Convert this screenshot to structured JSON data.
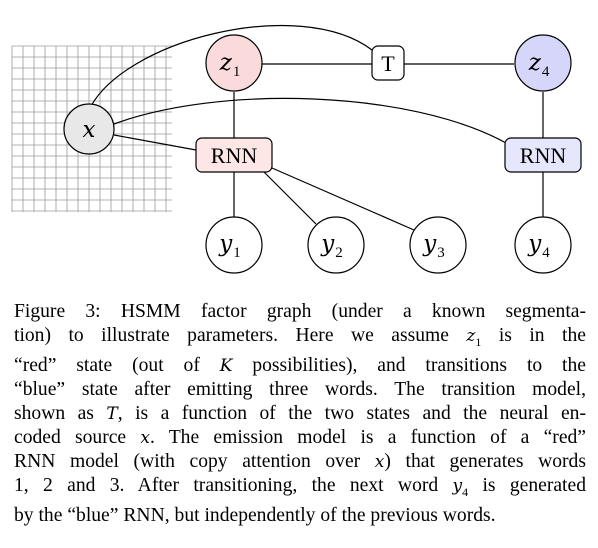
{
  "figure": {
    "source_node": "x",
    "state_nodes": [
      {
        "label": "z",
        "sub": "1",
        "state": "red"
      },
      {
        "label": "z",
        "sub": "4",
        "state": "blue"
      }
    ],
    "transition_node": "T",
    "rnn_nodes": [
      "RNN",
      "RNN"
    ],
    "output_nodes": [
      {
        "label": "y",
        "sub": "1"
      },
      {
        "label": "y",
        "sub": "2"
      },
      {
        "label": "y",
        "sub": "3"
      },
      {
        "label": "y",
        "sub": "4"
      }
    ],
    "colors": {
      "red_state_fill": "#fadada",
      "blue_state_fill": "#d6d6fb",
      "red_rnn_fill": "#fde6e6",
      "blue_rnn_fill": "#e6e6fd",
      "source_fill": "#e8e8e8",
      "grid": "#9a9a9a"
    }
  },
  "caption": {
    "l1_a": "Figure 3:",
    "l1_b": " HSMM factor graph (under a known segmenta-",
    "l2_a": "tion) to illustrate parameters.  Here we assume ",
    "l2_m": "z",
    "l2_sub": "1",
    "l2_b": " is in the",
    "l3_a": "“red” state (out of ",
    "l3_m": "K",
    "l3_b": " possibilities), and transitions to the",
    "l4": "“blue” state after emitting three words. The transition model,",
    "l5_a": "shown as ",
    "l5_m": "T",
    "l5_b": ", is a function of the two states and the neural en-",
    "l6_a": "coded source ",
    "l6_m": "x",
    "l6_b": ". The emission model is a function of a “red”",
    "l7_a": "RNN model (with copy attention over ",
    "l7_m": "x",
    "l7_b": ") that generates words",
    "l8_a": "1, 2 and 3. After transitioning, the next word ",
    "l8_m": "y",
    "l8_sub": "4",
    "l8_b": " is generated",
    "l9": "by the “blue” RNN, but independently of the previous words."
  }
}
